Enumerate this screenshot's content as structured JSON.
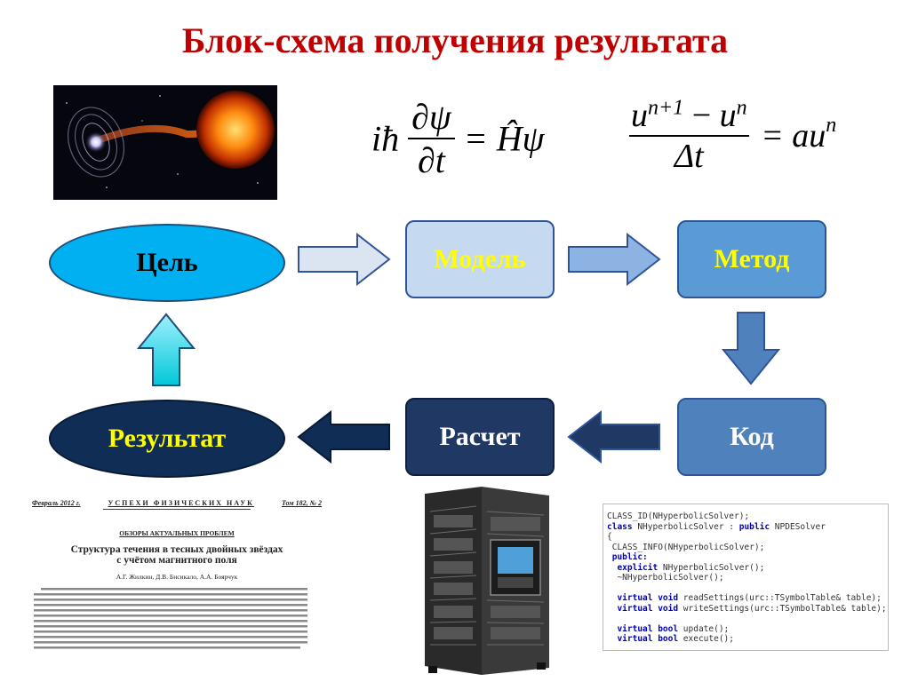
{
  "title": "Блок-схема получения результата",
  "formulas": {
    "schrodinger": {
      "left": "iħ",
      "num": "∂ψ",
      "den": "∂t",
      "right": "= Ĥψ"
    },
    "difference": {
      "num_a": "u",
      "num_a_sup": "n+1",
      "num_minus": " − ",
      "num_b": "u",
      "num_b_sup": "n",
      "den": "Δt",
      "right": "= au",
      "right_sup": "n"
    }
  },
  "nodes": {
    "goal": {
      "label": "Цель",
      "fill": "#00b0f0",
      "text_color": "#000000"
    },
    "model": {
      "label": "Модель",
      "fill": "#c5d9f1",
      "text_color": "#ffff00"
    },
    "method": {
      "label": "Метод",
      "fill": "#5b9bd5",
      "text_color": "#ffff00"
    },
    "code": {
      "label": "Код",
      "fill": "#4f81bd",
      "text_color": "#ffffff"
    },
    "compute": {
      "label": "Расчет",
      "fill": "#1f3864",
      "text_color": "#ffffff"
    },
    "result": {
      "label": "Результат",
      "fill": "#0f2d55",
      "text_color": "#ffff00"
    }
  },
  "paper": {
    "date": "Февраль 2012 г.",
    "journal": "УСПЕХИ ФИЗИЧЕСКИХ НАУК",
    "volume": "Том 182, № 2",
    "section": "ОБЗОРЫ АКТУАЛЬНЫХ ПРОБЛЕМ",
    "headline_1": "Структура течения в тесных двойных звёздах",
    "headline_2": "с учётом магнитного поля",
    "authors": "А.Г. Жилкин, Д.В. Бисикало, А.А. Боярчук"
  },
  "code_lines": [
    [
      {
        "t": "CLASS_ID(NHyperbolicSolver);",
        "c": "n"
      }
    ],
    [
      {
        "t": "class ",
        "c": "k"
      },
      {
        "t": "NHyperbolicSolver : ",
        "c": "n"
      },
      {
        "t": "public ",
        "c": "k"
      },
      {
        "t": "NPDESolver",
        "c": "n"
      }
    ],
    [
      {
        "t": "{",
        "c": "n"
      }
    ],
    [
      {
        "t": " CLASS_INFO(NHyperbolicSolver);",
        "c": "n"
      }
    ],
    [
      {
        "t": " public:",
        "c": "k"
      }
    ],
    [
      {
        "t": "  explicit ",
        "c": "k"
      },
      {
        "t": "NHyperbolicSolver();",
        "c": "n"
      }
    ],
    [
      {
        "t": "  ~NHyperbolicSolver();",
        "c": "n"
      }
    ],
    [
      {
        "t": "",
        "c": "n"
      }
    ],
    [
      {
        "t": "  virtual void ",
        "c": "k"
      },
      {
        "t": "readSettings(urc::TSymbolTable& table);",
        "c": "n"
      }
    ],
    [
      {
        "t": "  virtual void ",
        "c": "k"
      },
      {
        "t": "writeSettings(urc::TSymbolTable& table);",
        "c": "n"
      }
    ],
    [
      {
        "t": "",
        "c": "n"
      }
    ],
    [
      {
        "t": "  virtual bool ",
        "c": "k"
      },
      {
        "t": "update();",
        "c": "n"
      }
    ],
    [
      {
        "t": "  virtual bool ",
        "c": "k"
      },
      {
        "t": "execute();",
        "c": "n"
      }
    ]
  ]
}
